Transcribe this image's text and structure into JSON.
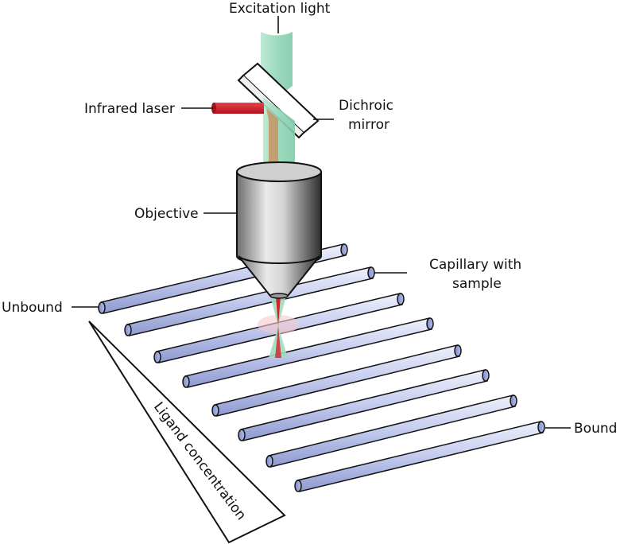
{
  "labels": {
    "excitation_light": "Excitation light",
    "infrared_laser": "Infrared laser",
    "dichroic_mirror_line1": "Dichroic",
    "dichroic_mirror_line2": "mirror",
    "objective": "Objective",
    "capillary_line1": "Capillary with",
    "capillary_line2": "sample",
    "unbound": "Unbound",
    "bound": "Bound",
    "ligand_concentration": "Ligand concentration"
  },
  "colors": {
    "excitation_beam": "#9fdcbf",
    "infrared_laser": "#d4202a",
    "capillary": "#b9c2e8",
    "objective_body": "#8a8a8a",
    "outline": "#111111"
  }
}
